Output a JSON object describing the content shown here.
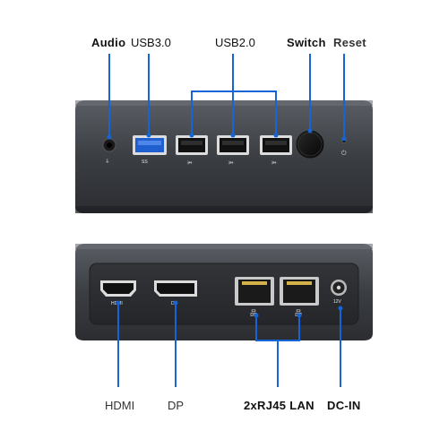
{
  "labels": {
    "audio": "Audio",
    "usb3": "USB3.0",
    "usb2": "USB2.0",
    "switch": "Switch",
    "reset": "Reset",
    "hdmi": "HDMI",
    "dp": "DP",
    "lan": "2xRJ45 LAN",
    "dcin": "DC-IN"
  },
  "port_marks": {
    "usb3": "SS",
    "hdmi": "HDMI",
    "dp": "DP",
    "dc": "12V"
  },
  "colors": {
    "callout": "#1565d8",
    "chassis": "#3a3d42",
    "panel": "#2a2c30"
  }
}
